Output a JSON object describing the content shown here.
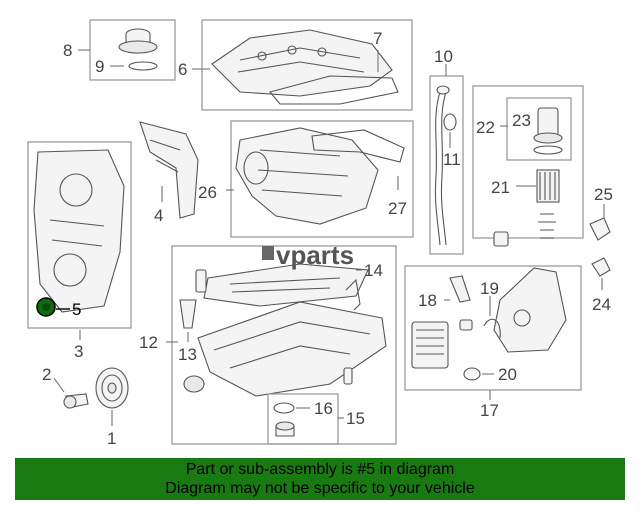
{
  "diagram": {
    "callouts": [
      "1",
      "2",
      "3",
      "4",
      "5",
      "6",
      "7",
      "8",
      "9",
      "10",
      "11",
      "12",
      "13",
      "14",
      "15",
      "16",
      "17",
      "18",
      "19",
      "20",
      "21",
      "22",
      "23",
      "24",
      "25",
      "26",
      "27"
    ],
    "highlighted_callout": "5",
    "watermark": "vparts",
    "colors": {
      "banner": "#1a7a12",
      "line_art": "#555555",
      "highlight_part": "#0f6b0f"
    }
  },
  "banner": {
    "line1": "Part or sub-assembly is #5 in diagram",
    "line2": "Diagram may not be specific to your vehicle"
  }
}
